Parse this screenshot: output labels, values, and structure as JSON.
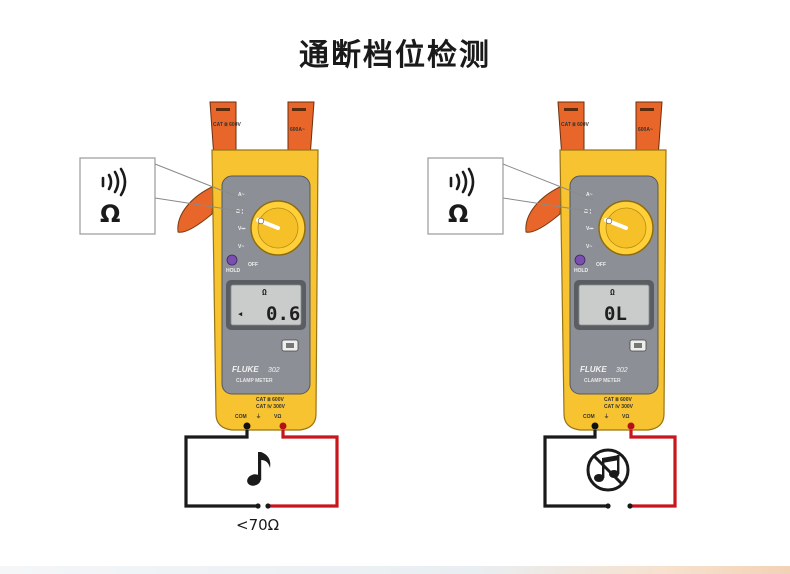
{
  "title": "通断档位检测",
  "left_meter": {
    "callout_symbol": "Ω",
    "display_unit": "Ω",
    "display_value": "0.6",
    "circuit_icon": "music-note-icon",
    "resistance_label": "<70Ω"
  },
  "right_meter": {
    "callout_symbol": "Ω",
    "display_unit": "Ω",
    "display_value": "0L",
    "circuit_icon": "no-music-icon"
  },
  "meter_labels": {
    "brand": "FLUKE",
    "model": "302",
    "subtitle": "CLAMP METER",
    "hold": "HOLD",
    "off": "OFF",
    "com": "COM",
    "vohm": "VΩ",
    "cat1": "CAT Ⅲ 600V",
    "cat2": "CAT Ⅳ 300V",
    "jaw_rating": "600A~"
  },
  "colors": {
    "meter_yellow": "#f7c330",
    "meter_orange": "#e8662a",
    "panel_gray": "#8c9096",
    "lcd_bg": "#c9cccb",
    "knob_yellow": "#ffd03a",
    "wire_black": "#1a1a1a",
    "wire_red": "#c8161d"
  }
}
